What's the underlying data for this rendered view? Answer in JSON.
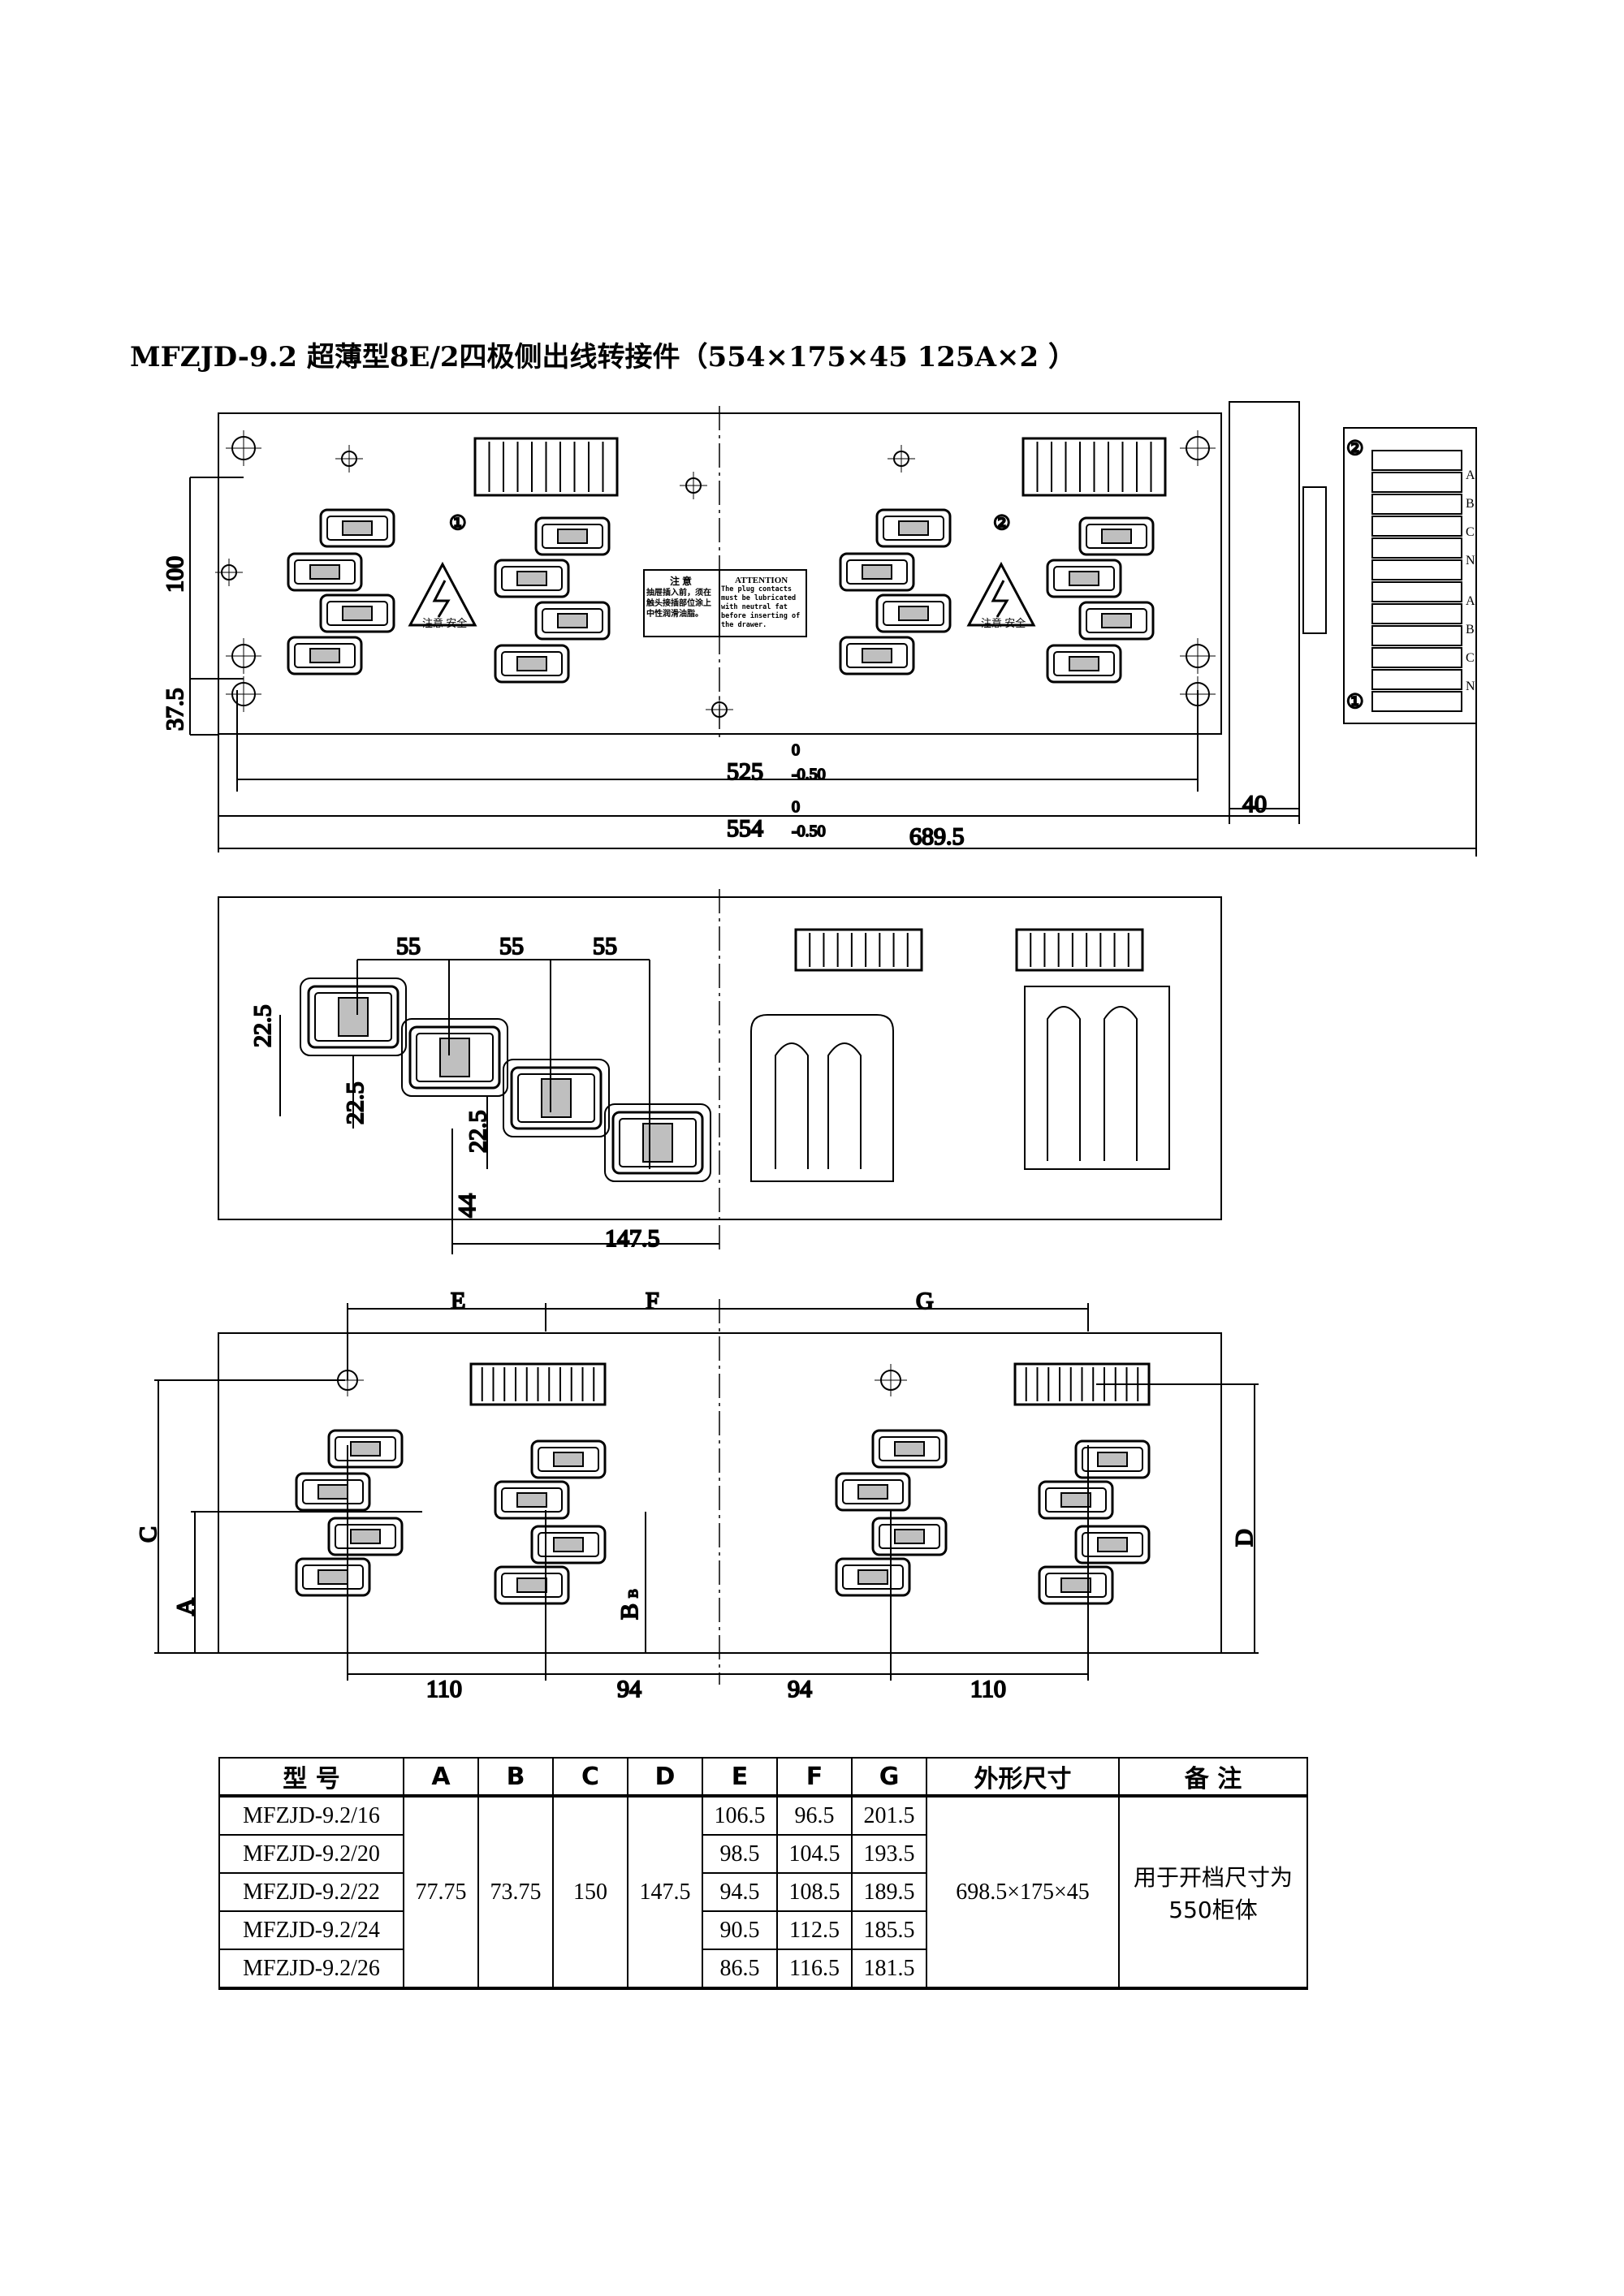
{
  "title": "MFZJD-9.2 超薄型8E/2四极侧出线转接件（554×175×45   125A×2 ）",
  "top_view": {
    "dims": {
      "h100": "100",
      "h37_5": "37.5",
      "w525": "525",
      "w525_tol_upper": "0",
      "w525_tol_lower": "-0.50",
      "w554": "554",
      "w554_tol_upper": "0",
      "w554_tol_lower": "-0.50",
      "w689_5": "689.5",
      "w40": "40"
    },
    "markers": {
      "one": "①",
      "two": "②"
    },
    "warning_label": "注意 安全",
    "notice_cn_title": "注 意",
    "notice_cn_body": "抽屉插入前，须在触头接插部位涂上中性润滑油脂。",
    "notice_en_title": "ATTENTION",
    "notice_en_body": "The plug contacts must be lubricated with neutral fat before inserting of the drawer.",
    "phase_labels_upper": [
      "A",
      "B",
      "C",
      "N"
    ],
    "phase_labels_lower": [
      "A",
      "B",
      "C",
      "N"
    ]
  },
  "middle_view": {
    "dims": {
      "pitch1": "55",
      "pitch2": "55",
      "pitch3": "55",
      "v1": "22.5",
      "v2": "22.5",
      "v3": "22.5",
      "v44": "44",
      "w147_5": "147.5"
    }
  },
  "bottom_view": {
    "dims": {
      "E": "E",
      "F": "F",
      "G": "G",
      "C": "C",
      "A": "A",
      "B": "B",
      "B_sub": "B",
      "D": "D",
      "w110_left": "110",
      "w94_left": "94",
      "w94_right": "94",
      "w110_right": "110"
    }
  },
  "table": {
    "headers": [
      "型  号",
      "A",
      "B",
      "C",
      "D",
      "E",
      "F",
      "G",
      "外形尺寸",
      "备  注"
    ],
    "shared": {
      "A": "77.75",
      "B": "73.75",
      "C": "150",
      "D": "147.5",
      "size": "698.5×175×45",
      "remark_line1": "用于开档尺寸为",
      "remark_line2": "550柜体"
    },
    "rows": [
      {
        "model": "MFZJD-9.2/16",
        "E": "106.5",
        "F": "96.5",
        "G": "201.5"
      },
      {
        "model": "MFZJD-9.2/20",
        "E": "98.5",
        "F": "104.5",
        "G": "193.5"
      },
      {
        "model": "MFZJD-9.2/22",
        "E": "94.5",
        "F": "108.5",
        "G": "189.5"
      },
      {
        "model": "MFZJD-9.2/24",
        "E": "90.5",
        "F": "112.5",
        "G": "185.5"
      },
      {
        "model": "MFZJD-9.2/26",
        "E": "86.5",
        "F": "116.5",
        "G": "181.5"
      }
    ]
  }
}
